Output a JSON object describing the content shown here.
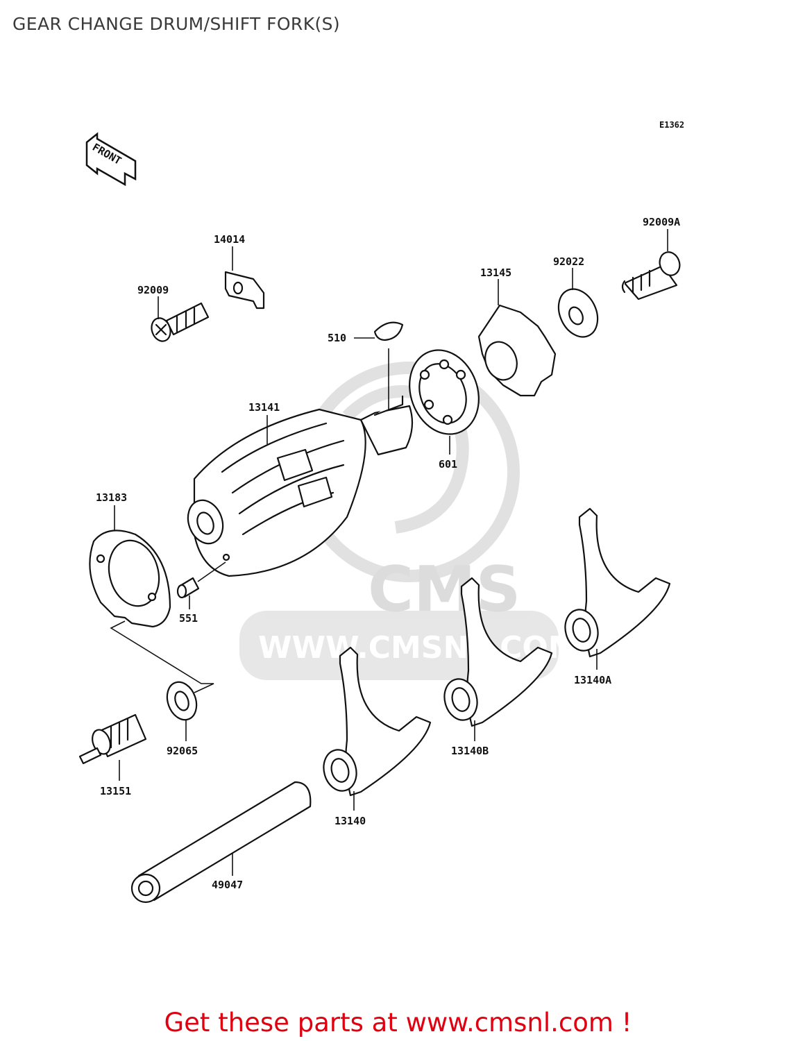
{
  "page": {
    "title": "GEAR CHANGE DRUM/SHIFT FORK(S)",
    "diagram_code": "E1362",
    "front_label": "FRONT",
    "promo_text": "Get these parts at www.cmsnl.com !"
  },
  "watermark": {
    "brand": "CMS",
    "url": "WWW.CMSNL.COM"
  },
  "parts": [
    {
      "id": "p-92009a",
      "label": "92009A"
    },
    {
      "id": "p-14014",
      "label": "14014"
    },
    {
      "id": "p-92022",
      "label": "92022"
    },
    {
      "id": "p-13145",
      "label": "13145"
    },
    {
      "id": "p-92009",
      "label": "92009"
    },
    {
      "id": "p-510",
      "label": "510"
    },
    {
      "id": "p-13141",
      "label": "13141"
    },
    {
      "id": "p-601",
      "label": "601"
    },
    {
      "id": "p-13183",
      "label": "13183"
    },
    {
      "id": "p-551",
      "label": "551"
    },
    {
      "id": "p-13140a",
      "label": "13140A"
    },
    {
      "id": "p-13140b",
      "label": "13140B"
    },
    {
      "id": "p-92065",
      "label": "92065"
    },
    {
      "id": "p-13151",
      "label": "13151"
    },
    {
      "id": "p-13140",
      "label": "13140"
    },
    {
      "id": "p-49047",
      "label": "49047"
    }
  ],
  "colors": {
    "line": "#111111",
    "watermark": "#dcdcdc",
    "promo": "#e0000f"
  }
}
